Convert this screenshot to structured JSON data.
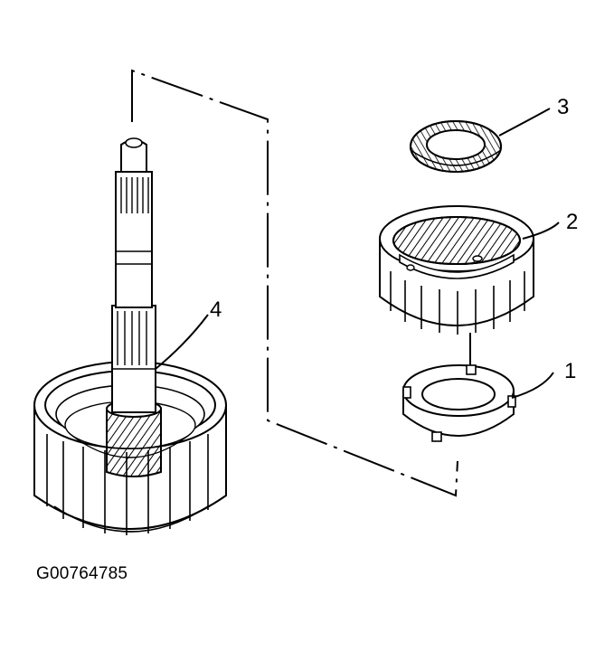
{
  "figure_code": "G00764785",
  "callouts": {
    "c1": "1",
    "c2": "2",
    "c3": "3",
    "c4": "4"
  },
  "colors": {
    "ink": "#000000",
    "paper": "#ffffff"
  }
}
